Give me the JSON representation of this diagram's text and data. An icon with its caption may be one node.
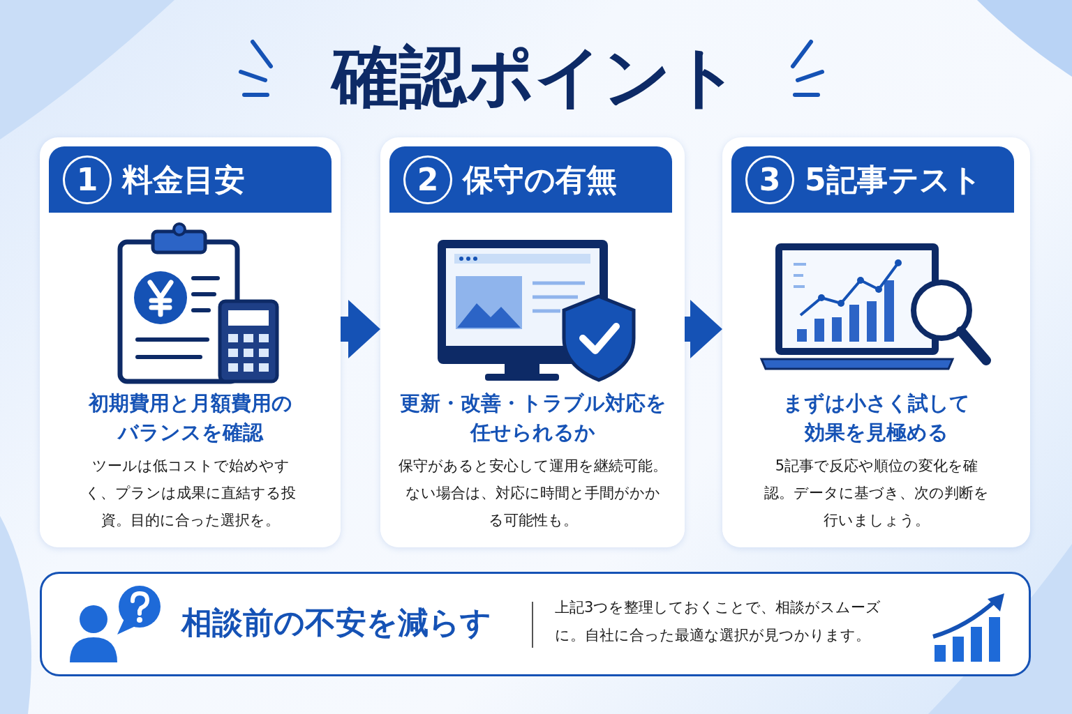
{
  "diagram": {
    "title": "確認ポイント",
    "nodes": [
      {
        "text": [
          "1",
          "料金目安",
          "初期費用と月額費用のバランスを確認",
          "ツールは低コストで始めやすく、プランは成果に直結する投資。目的に合った選択を。"
        ]
      },
      {
        "text": [
          "2",
          "保守の有無",
          "更新・改善・トラブル対応を任せられるか",
          "保守があると安心して運用を継続可能。ない場合は、対応に時間と手間がかかる可能性も。"
        ]
      },
      {
        "text": [
          "3",
          "5記事テスト",
          "まずは小さく試して効果を見極める",
          "5記事で反応や順位の変化を確認。データに基づき、次の判断を行いましょう。"
        ]
      },
      {
        "text": [
          "相談前の不安を減らす",
          "上記3つを整理しておくことで、相談がスムーズに。自社に合った最適な選択が見つかります。"
        ]
      }
    ],
    "edges": [
      {
        "from": 0,
        "to": 1,
        "arrow": "to"
      },
      {
        "from": 1,
        "to": 2,
        "arrow": "to"
      }
    ]
  }
}
